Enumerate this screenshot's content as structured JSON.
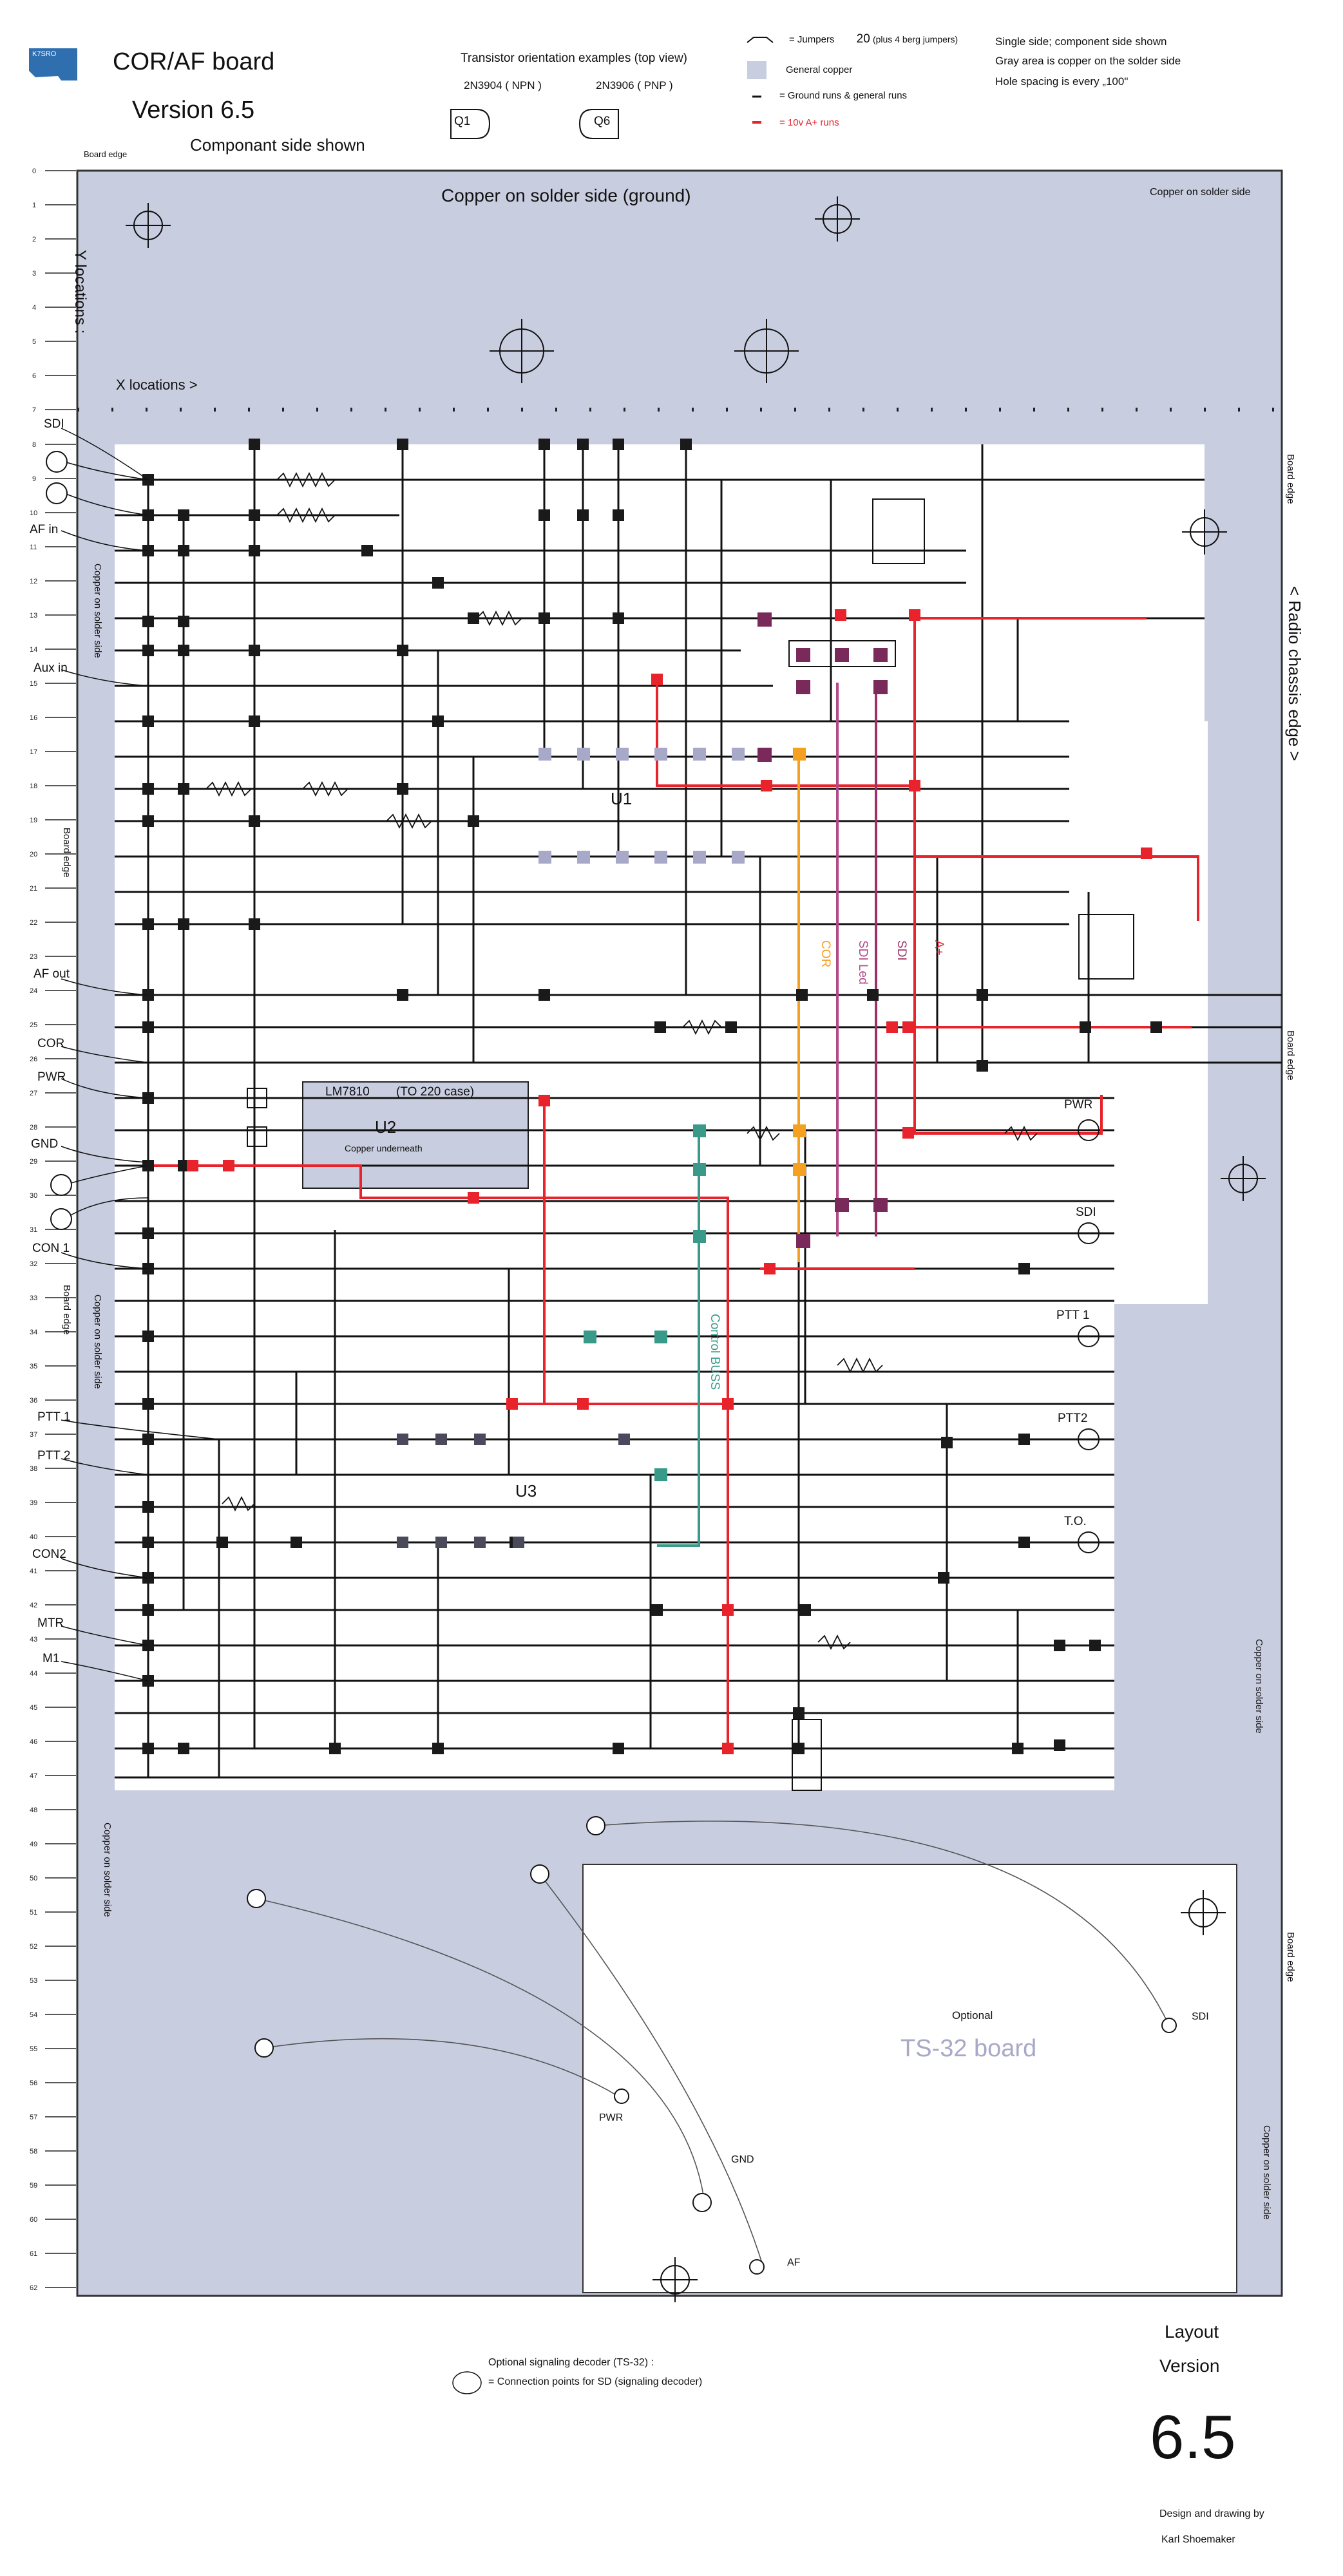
{
  "header": {
    "title": "COR/AF board",
    "version": "Version 6.5",
    "side_shown": "Componant side shown",
    "board_edge_top": "Board edge",
    "logo_text": "K7SRO"
  },
  "transistor_examples": {
    "heading": "Transistor orientation examples (top view)",
    "npn_part": "2N3904  ( NPN )",
    "pnp_part": "2N3906  ( PNP )",
    "npn_label": "Q1",
    "pnp_label": "Q6"
  },
  "legend": {
    "jumpers": "= Jumpers",
    "jumper_count": "20",
    "jumper_note": "(plus 4 berg jumpers)",
    "general_copper": "General copper",
    "ground_runs": "= Ground runs & general runs",
    "a_plus_runs": "= 10v A+ runs"
  },
  "notes": {
    "line1": "Single side; component side shown",
    "line2": "Gray area is copper on the solder side",
    "line3": "Hole spacing is every „100\""
  },
  "board": {
    "copper_top": "Copper on solder side (ground)",
    "copper_top_right": "Copper on solder side",
    "y_locations": "Y locations :",
    "x_locations": "X locations >",
    "radio_chassis": "< Radio chassis edge >",
    "board_edge": "Board edge",
    "copper_solder_side": "Copper on solder side",
    "copper_under": "Copper underneath",
    "to220": "(TO 220 case)",
    "u1": "U1",
    "u2": "U2",
    "u3": "U3",
    "lm7810": "LM7810",
    "control_buss": "Control BUSS",
    "bus_cor": "COR",
    "bus_sdi_led": "SDI  Led",
    "bus_sdi": "SDI",
    "bus_aplus": "A+"
  },
  "left_connections": [
    "SDI",
    "AF in",
    "Aux in",
    "AF out",
    "COR",
    "PWR",
    "GND",
    "CON 1",
    "PTT 1",
    "PTT 2",
    "CON2",
    "MTR",
    "M1"
  ],
  "right_connections": [
    "PWR",
    "SDI",
    "PTT 1",
    "PTT2",
    "T.O."
  ],
  "ts32": {
    "optional": "Optional",
    "board": "TS-32 board",
    "pwr": "PWR",
    "gnd": "GND",
    "af": "AF",
    "sdi": "SDI"
  },
  "footer": {
    "layout": "Layout",
    "version": "Version",
    "number": "6.5",
    "design_by": "Design and drawing by",
    "author": "Karl Shoemaker",
    "decoder_title": "Optional signaling decoder (TS-32) :",
    "decoder_desc": "= Connection points for SD (signaling decoder)"
  },
  "colors": {
    "board_gray": "#c9cde0",
    "copper_light": "#dcdfec",
    "a_plus": "#e8232c",
    "cor": "#f4a020",
    "sdi_led": "#b24a88",
    "sdi": "#a0306a",
    "control": "#3a9a8a",
    "pad": "#1a1a1a",
    "purple_pad": "#7a2a5a",
    "lavender_pad": "#a8a8c8"
  }
}
